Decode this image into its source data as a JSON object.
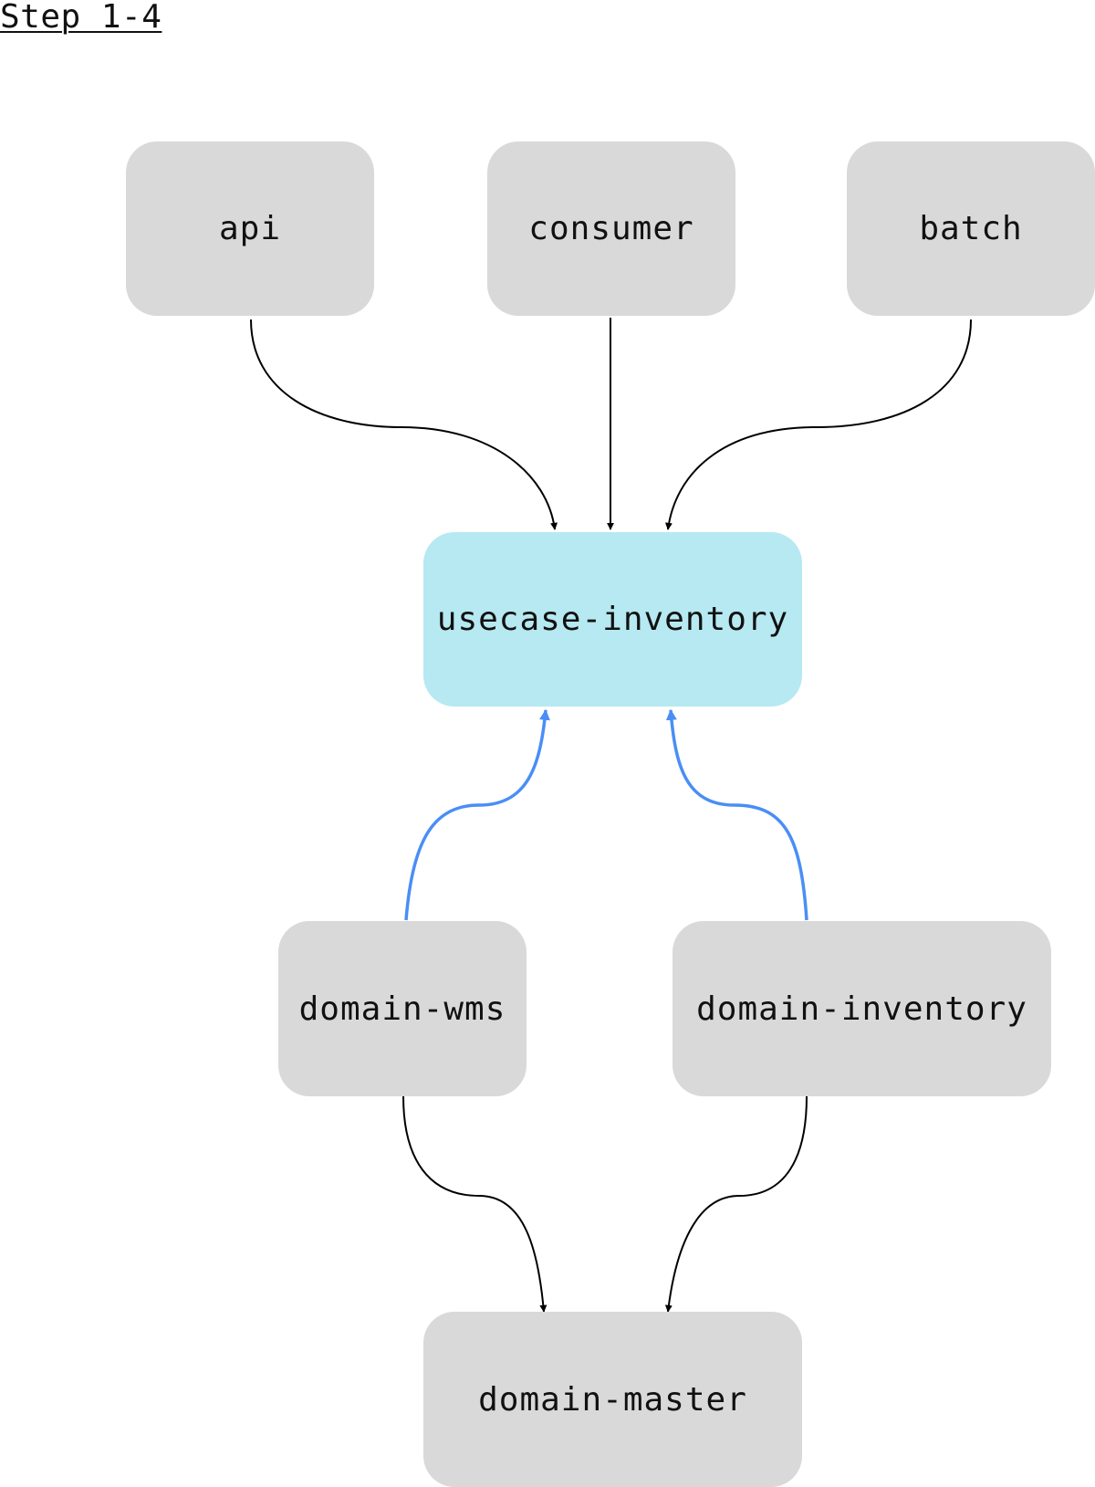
{
  "title": "Step 1-4",
  "nodes": {
    "api": "api",
    "consumer": "consumer",
    "batch": "batch",
    "usecase_inventory": "usecase-inventory",
    "domain_wms": "domain-wms",
    "domain_inventory": "domain-inventory",
    "domain_master": "domain-master"
  },
  "colors": {
    "node_fill": "#d9d9d9",
    "highlight_fill": "#b6e9f1",
    "edge_default": "#000000",
    "edge_highlight": "#4a8ef5"
  },
  "edges": [
    {
      "from": "api",
      "to": "usecase-inventory",
      "style": "default"
    },
    {
      "from": "consumer",
      "to": "usecase-inventory",
      "style": "default"
    },
    {
      "from": "batch",
      "to": "usecase-inventory",
      "style": "default"
    },
    {
      "from": "domain-wms",
      "to": "usecase-inventory",
      "style": "highlight"
    },
    {
      "from": "domain-inventory",
      "to": "usecase-inventory",
      "style": "highlight"
    },
    {
      "from": "domain-wms",
      "to": "domain-master",
      "style": "default"
    },
    {
      "from": "domain-inventory",
      "to": "domain-master",
      "style": "default"
    }
  ]
}
